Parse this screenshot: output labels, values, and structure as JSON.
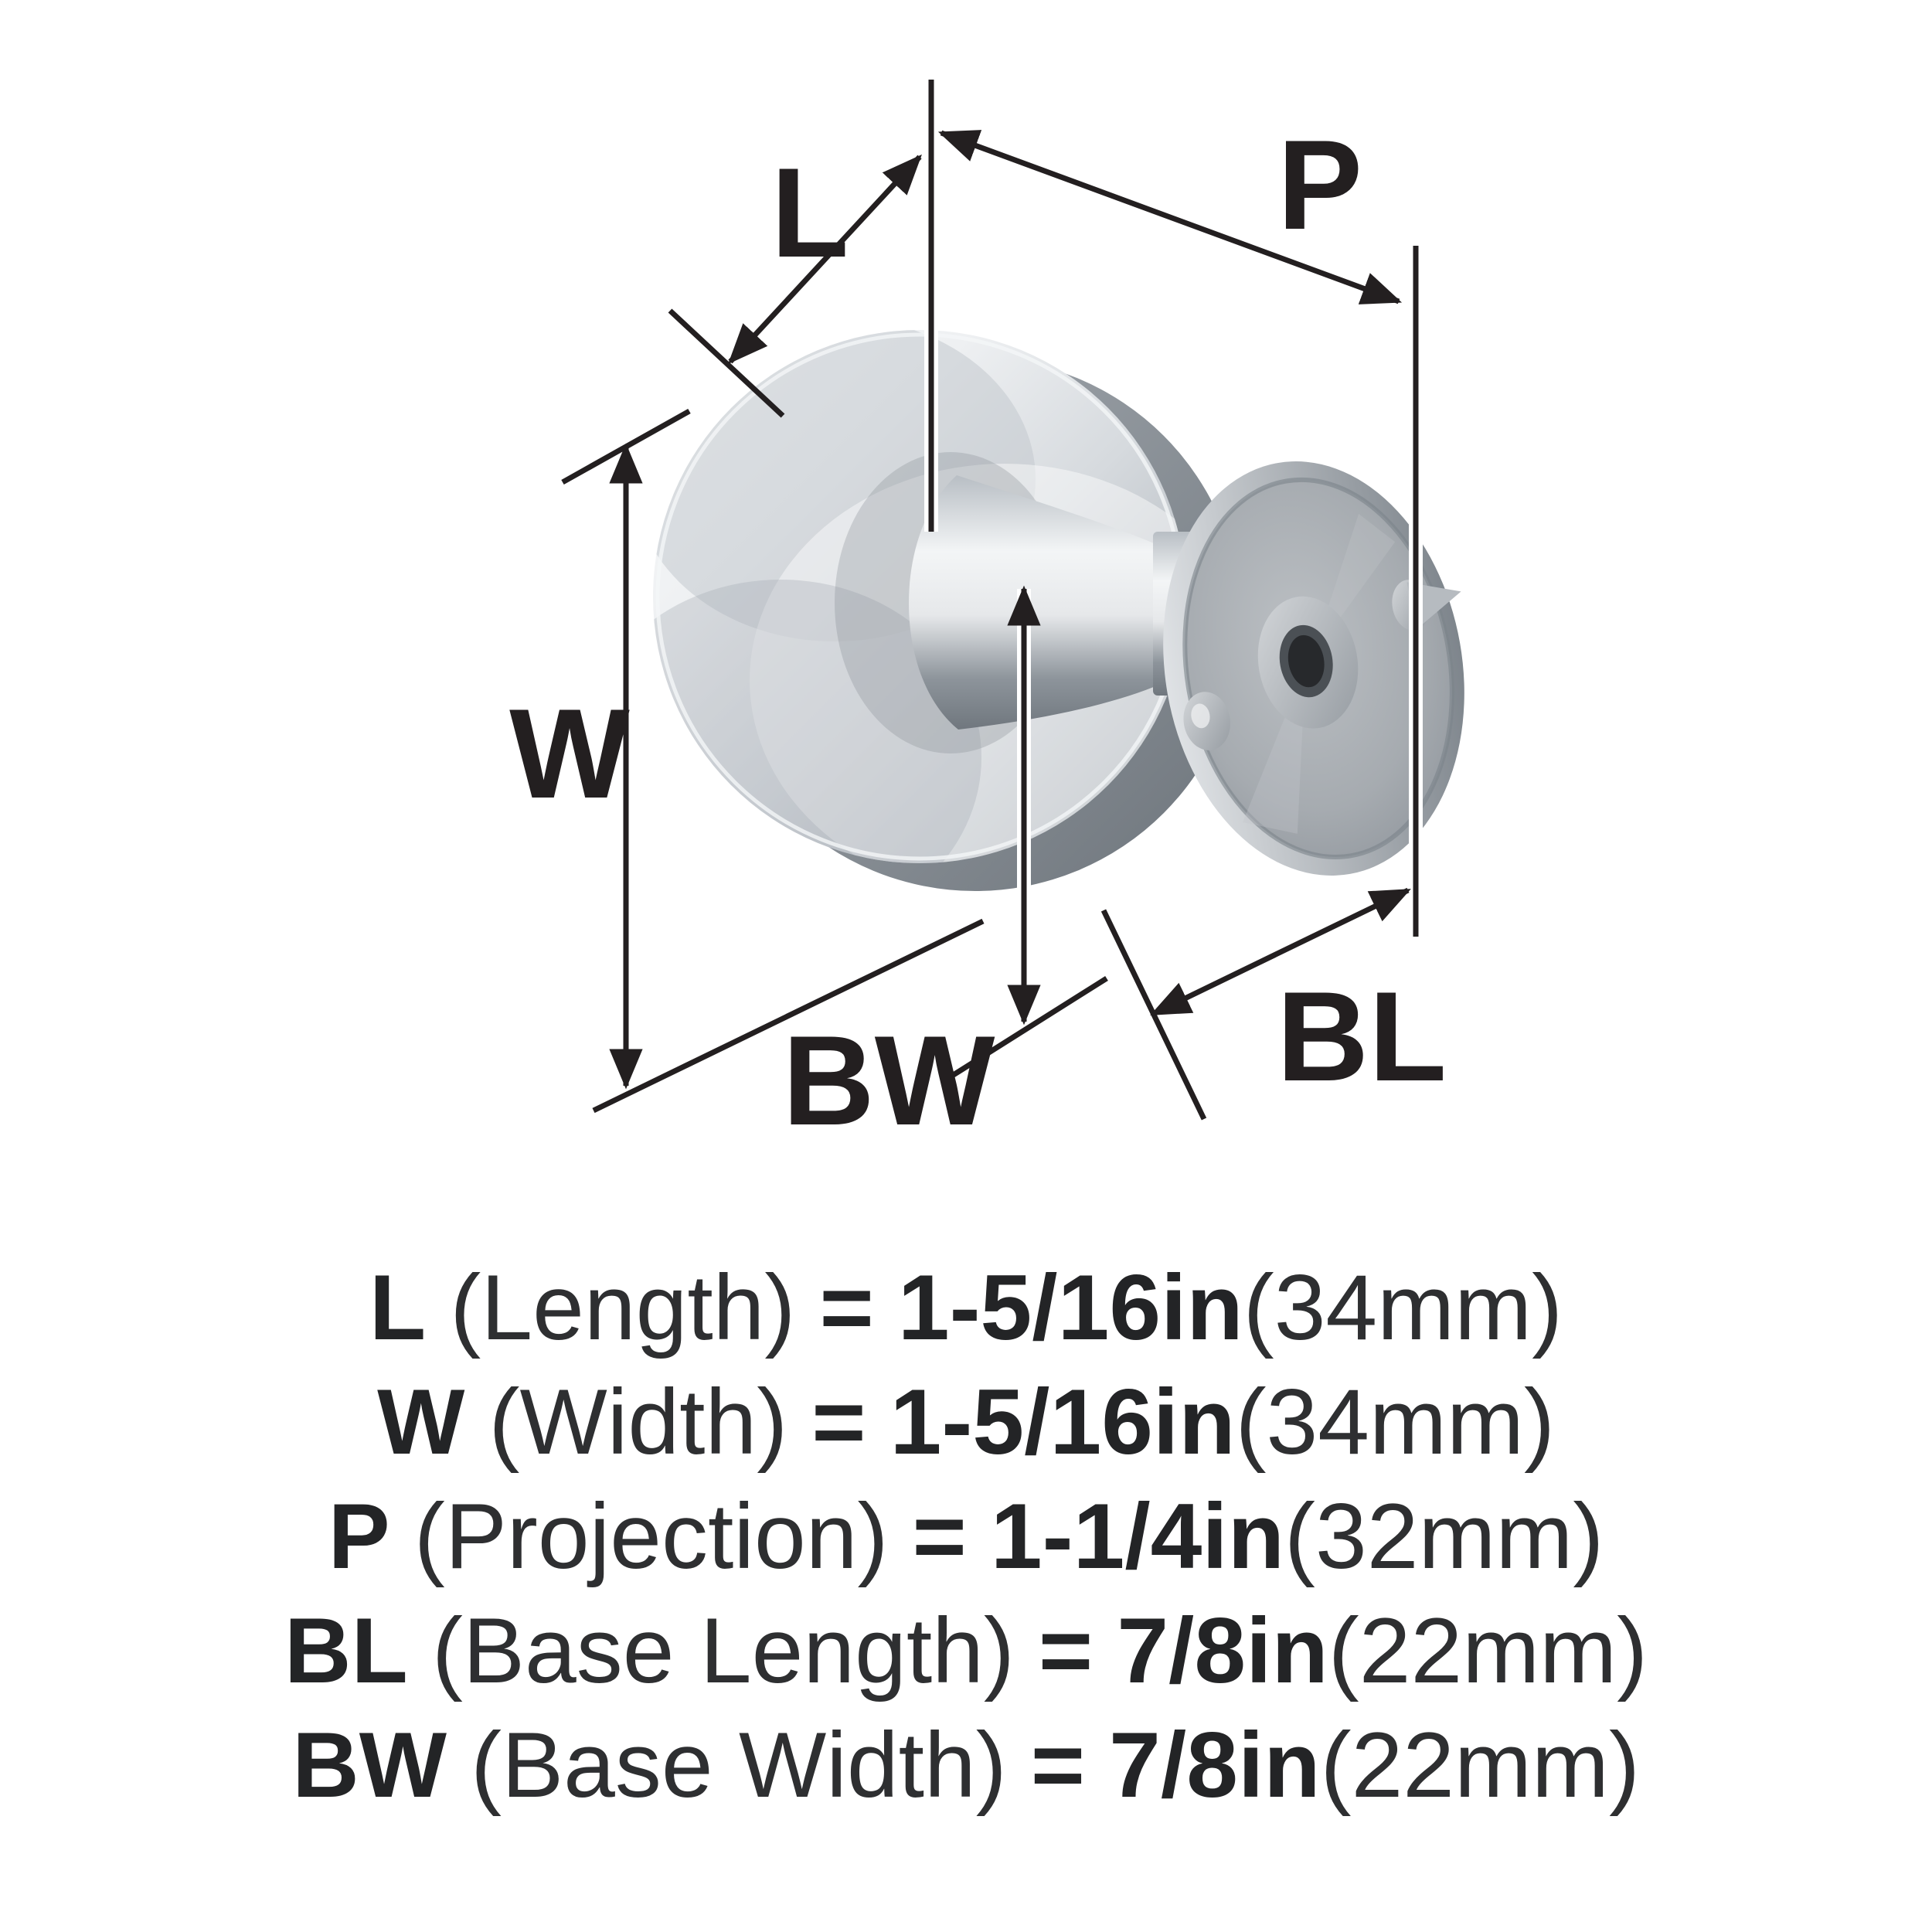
{
  "diagram": {
    "labels": {
      "l": "L",
      "p": "P",
      "w": "W",
      "bw": "BW",
      "bl": "BL"
    },
    "colors": {
      "line": "#231f20",
      "metal_light": "#f2f4f5",
      "metal_mid": "#b9bec4",
      "metal_dark": "#70777e",
      "base_gray": "#9aa0a7"
    }
  },
  "specs": [
    {
      "abbr": "L",
      "name": "(Length)",
      "eq": "=",
      "value": "1-5/16in",
      "metric": "(34mm)"
    },
    {
      "abbr": "W",
      "name": "(Width)",
      "eq": "=",
      "value": "1-5/16in",
      "metric": "(34mm)"
    },
    {
      "abbr": "P",
      "name": "(Projection)",
      "eq": "=",
      "value": "1-1/4in",
      "metric": "(32mm)"
    },
    {
      "abbr": "BL",
      "name": "(Base Length)",
      "eq": "=",
      "value": "7/8in",
      "metric": "(22mm)"
    },
    {
      "abbr": "BW",
      "name": "(Base Width)",
      "eq": "=",
      "value": "7/8in",
      "metric": "(22mm)"
    }
  ]
}
